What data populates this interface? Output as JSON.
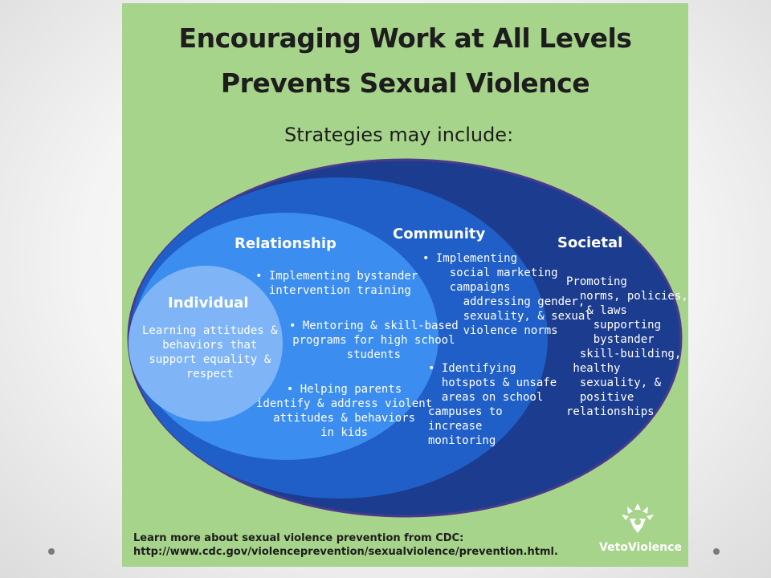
{
  "title_line1": "Encouraging Work at All Levels",
  "title_line2": "Prevents Sexual Violence",
  "subtitle": "Strategies may include:",
  "levels": {
    "societal": {
      "heading": "Societal",
      "text": "Promoting\n  norms, policies,\n   & laws\n    supporting\n    bystander\n  skill-building,\n healthy\n  sexuality, &\n  positive\nrelationships"
    },
    "community": {
      "heading": "Community",
      "text1": "• Implementing\n    social marketing\n    campaigns\n      addressing gender,\n      sexuality, & sexual\n      violence norms",
      "text2": "• Identifying\n  hotspots & unsafe\n  areas on school\ncampuses to\nincrease\nmonitoring"
    },
    "relationship": {
      "heading": "Relationship",
      "text1": "• Implementing bystander\n  intervention training",
      "text2": "• Mentoring & skill-based\nprograms for high school\nstudents",
      "text3": "• Helping parents\nidentify & address violent\nattitudes & behaviors\nin kids"
    },
    "individual": {
      "heading": "Individual",
      "text": "Learning attitudes &\nbehaviors that\nsupport equality &\nrespect"
    }
  },
  "footer_line1": "Learn more about sexual violence prevention from CDC:",
  "footer_line2": "http://www.cdc.gov/violenceprevention/sexualviolence/prevention.html.",
  "logo_text": "VetoViolence",
  "colors": {
    "background_panel": "#a7d48b",
    "societal": "#1c3d8f",
    "community": "#1f5fc7",
    "relationship": "#3c8df0",
    "individual": "#7fb5f7",
    "outline": "#4b3a8c"
  }
}
